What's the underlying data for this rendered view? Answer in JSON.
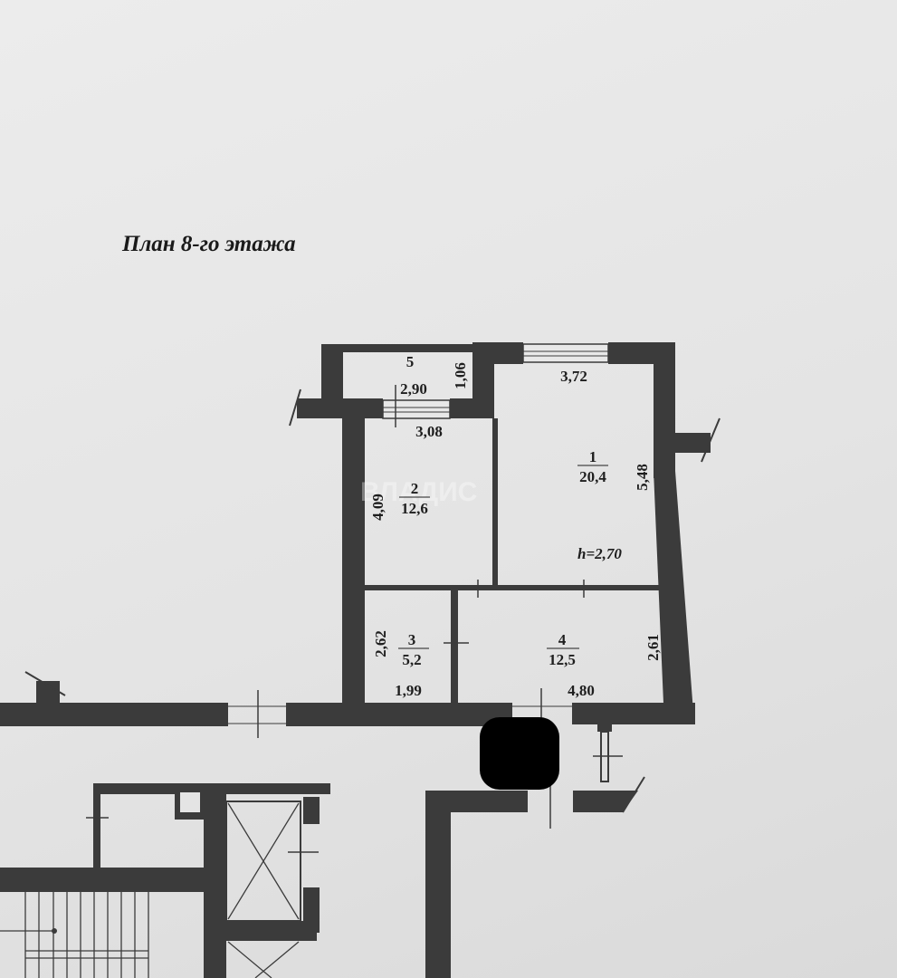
{
  "title": "План 8-го этажа",
  "watermark": "ВЛАДИС",
  "ceiling_height": "h=2,70",
  "rooms": [
    {
      "number": "1",
      "area": "20,4"
    },
    {
      "number": "2",
      "area": "12,6"
    },
    {
      "number": "3",
      "area": "5,2"
    },
    {
      "number": "4",
      "area": "12,5"
    },
    {
      "number": "5"
    }
  ],
  "dimensions": {
    "balcony_width": "2,90",
    "balcony_depth": "1,06",
    "room1_width": "3,72",
    "room1_length": "5,48",
    "room2_width": "3,08",
    "room2_length": "4,09",
    "room3_length": "2,62",
    "room3_width": "1,99",
    "room4_length": "2,61",
    "room4_width": "4,80"
  },
  "colors": {
    "wall": "#3b3b3b",
    "paper": "#e6e6e6",
    "redaction": "#000000"
  }
}
